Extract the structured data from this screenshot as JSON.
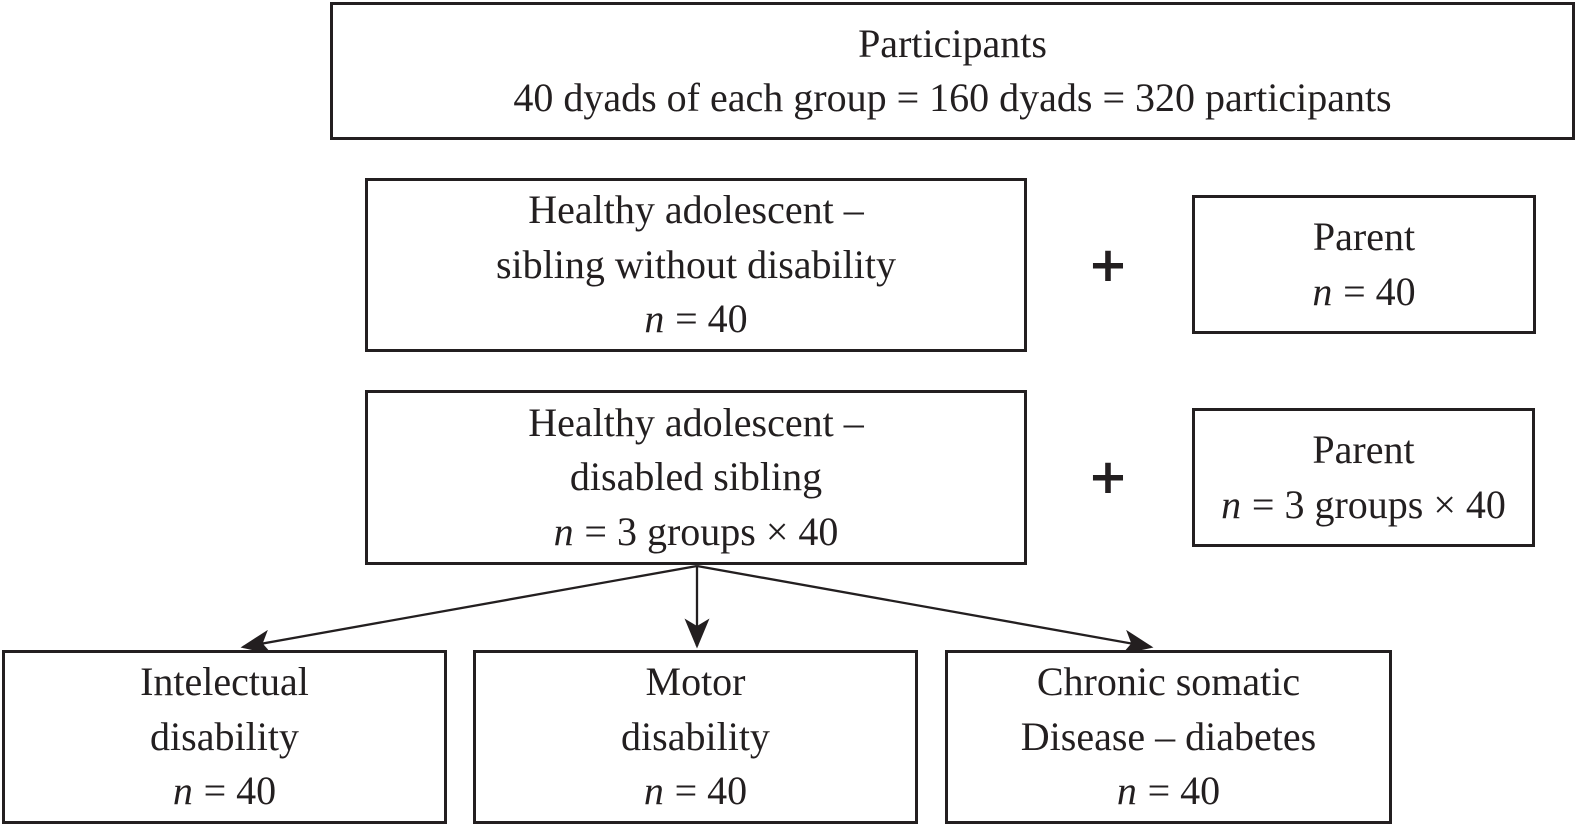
{
  "colors": {
    "ink": "#231f20",
    "background": "#ffffff"
  },
  "plus": "+",
  "boxes": {
    "participants": {
      "title": "Participants",
      "subtitle": "40 dyads of each group = 160 dyads = 320 participants"
    },
    "healthy_sibling_without_disability": {
      "line1": "Healthy adolescent –",
      "line2": "sibling without disability",
      "stat": {
        "var": "n",
        "rest": "= 40"
      }
    },
    "parent_of_healthy_dyad": {
      "line1": "Parent",
      "stat": {
        "var": "n",
        "rest": "= 40"
      }
    },
    "healthy_disabled_sibling": {
      "line1": "Healthy adolescent –",
      "line2": "disabled sibling",
      "stat": {
        "var": "n",
        "rest": "= 3 groups × 40"
      }
    },
    "parent_of_disabled_dyad": {
      "line1": "Parent",
      "stat": {
        "var": "n",
        "rest": "= 3 groups × 40"
      }
    },
    "intellectual_disability": {
      "line1": "Intelectual",
      "line2": "disability",
      "stat": {
        "var": "n",
        "rest": "= 40"
      }
    },
    "motor_disability": {
      "line1": "Motor",
      "line2": "disability",
      "stat": {
        "var": "n",
        "rest": "= 40"
      }
    },
    "chronic_somatic_disease": {
      "line1": "Chronic somatic",
      "line2": "Disease – diabetes",
      "stat": {
        "var": "n",
        "rest": "= 40"
      }
    }
  }
}
